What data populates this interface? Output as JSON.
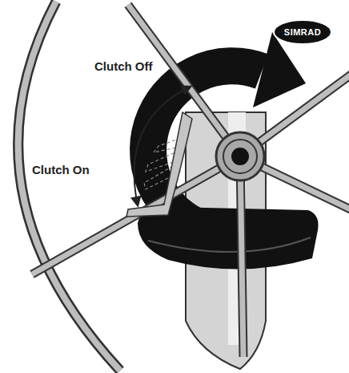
{
  "diagram": {
    "labels": [
      "SIMRAD",
      "Clutch Off",
      "Clutch On"
    ]
  }
}
